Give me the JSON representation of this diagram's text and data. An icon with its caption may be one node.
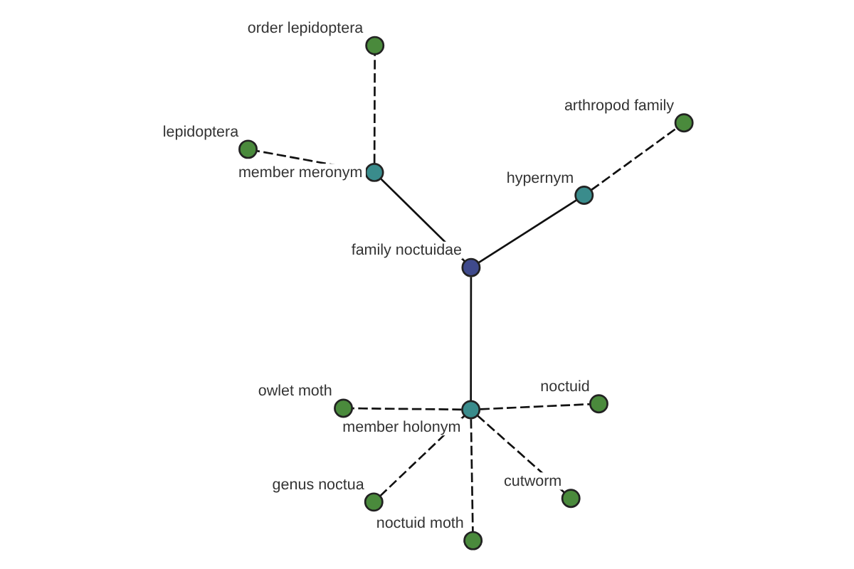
{
  "diagram": {
    "nodes": [
      {
        "text": [
          "arthropod family"
        ]
      },
      {
        "text": [
          "hypernym"
        ]
      },
      {
        "text": [
          "genus noctua"
        ]
      },
      {
        "text": [
          "owlet moth"
        ]
      },
      {
        "text": [
          "noctuid"
        ]
      },
      {
        "text": [
          "order lepidoptera"
        ]
      },
      {
        "text": [
          "member holonym"
        ]
      },
      {
        "text": [
          "family noctuidae"
        ]
      },
      {
        "text": [
          "noctuid moth"
        ]
      },
      {
        "text": [
          "member meronym"
        ]
      },
      {
        "text": [
          "cutworm"
        ]
      },
      {
        "text": [
          "lepidoptera"
        ]
      }
    ],
    "edges": [
      {
        "from": 7,
        "to": 1,
        "arrow": "none"
      },
      {
        "from": 7,
        "to": 6,
        "arrow": "none"
      },
      {
        "from": 7,
        "to": 9,
        "arrow": "none"
      },
      {
        "from": 1,
        "to": 0,
        "arrow": "none",
        "style": "dashed"
      },
      {
        "from": 6,
        "to": 3,
        "arrow": "none",
        "style": "dashed"
      },
      {
        "from": 6,
        "to": 2,
        "arrow": "none",
        "style": "dashed"
      },
      {
        "from": 6,
        "to": 4,
        "arrow": "none",
        "style": "dashed"
      },
      {
        "from": 6,
        "to": 8,
        "arrow": "none",
        "style": "dashed"
      },
      {
        "from": 6,
        "to": 10,
        "arrow": "none",
        "style": "dashed"
      },
      {
        "from": 9,
        "to": 5,
        "arrow": "none",
        "style": "dashed"
      },
      {
        "from": 9,
        "to": 11,
        "arrow": "none",
        "style": "dashed"
      }
    ]
  }
}
